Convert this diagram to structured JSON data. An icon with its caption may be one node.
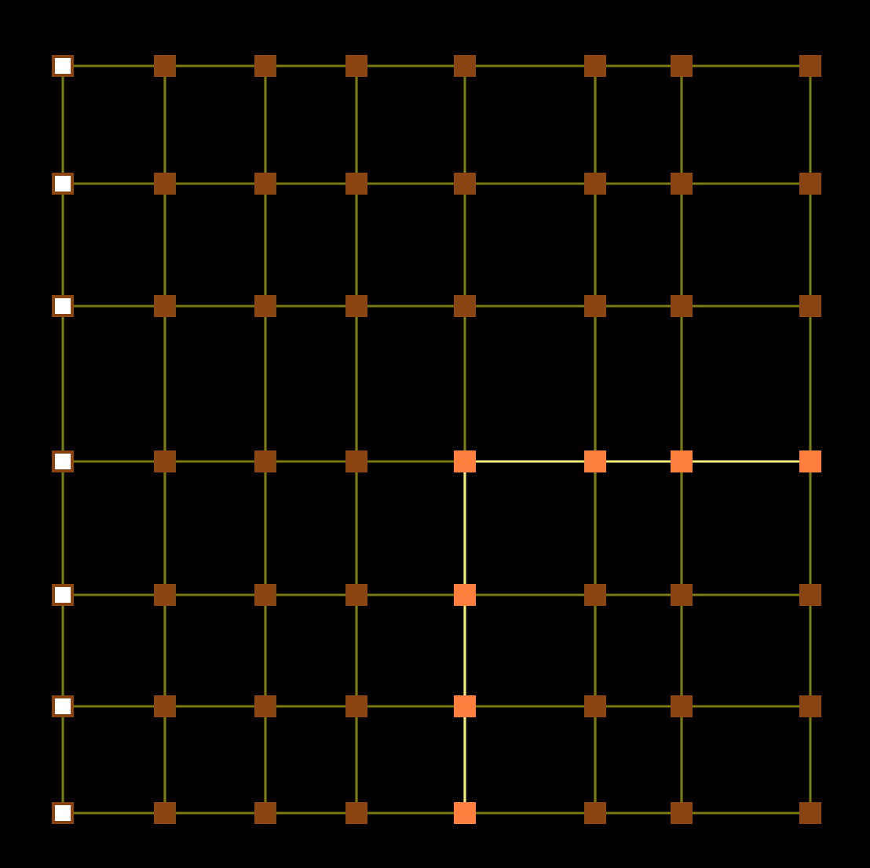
{
  "diagram": {
    "nodes": [
      {
        "text": [],
        "shape": "box"
      },
      {
        "text": [],
        "shape": "box"
      },
      {
        "text": [],
        "shape": "box"
      },
      {
        "text": [],
        "shape": "box"
      },
      {
        "text": [],
        "shape": "box"
      },
      {
        "text": [],
        "shape": "box"
      },
      {
        "text": [],
        "shape": "box"
      },
      {
        "text": [],
        "shape": "box"
      },
      {
        "text": [],
        "shape": "box"
      },
      {
        "text": [],
        "shape": "box"
      },
      {
        "text": [],
        "shape": "box"
      },
      {
        "text": [],
        "shape": "box"
      },
      {
        "text": [],
        "shape": "box"
      },
      {
        "text": [],
        "shape": "box"
      },
      {
        "text": [],
        "shape": "box"
      },
      {
        "text": [],
        "shape": "box"
      },
      {
        "text": [],
        "shape": "box"
      },
      {
        "text": [],
        "shape": "box"
      },
      {
        "text": [],
        "shape": "box"
      },
      {
        "text": [],
        "shape": "box"
      },
      {
        "text": [],
        "shape": "box"
      },
      {
        "text": [],
        "shape": "box"
      },
      {
        "text": [],
        "shape": "box"
      },
      {
        "text": [],
        "shape": "box"
      },
      {
        "text": [],
        "shape": "box"
      },
      {
        "text": [],
        "shape": "box"
      },
      {
        "text": [],
        "shape": "box"
      },
      {
        "text": [],
        "shape": "box"
      },
      {
        "text": [],
        "shape": "box"
      },
      {
        "text": [],
        "shape": "box"
      },
      {
        "text": [],
        "shape": "box"
      },
      {
        "text": [],
        "shape": "box"
      },
      {
        "text": [],
        "shape": "box"
      },
      {
        "text": [],
        "shape": "box"
      },
      {
        "text": [],
        "shape": "box"
      },
      {
        "text": [],
        "shape": "box"
      },
      {
        "text": [],
        "shape": "box"
      },
      {
        "text": [],
        "shape": "box"
      },
      {
        "text": [],
        "shape": "box"
      },
      {
        "text": [],
        "shape": "box"
      },
      {
        "text": [],
        "shape": "box"
      },
      {
        "text": [],
        "shape": "box"
      },
      {
        "text": [],
        "shape": "box"
      },
      {
        "text": [],
        "shape": "box"
      },
      {
        "text": [],
        "shape": "box"
      },
      {
        "text": [],
        "shape": "box"
      },
      {
        "text": [],
        "shape": "box"
      },
      {
        "text": [],
        "shape": "box"
      },
      {
        "text": [],
        "shape": "box"
      },
      {
        "text": [],
        "shape": "box"
      },
      {
        "text": [],
        "shape": "box"
      },
      {
        "text": [],
        "shape": "box"
      },
      {
        "text": [],
        "shape": "box"
      },
      {
        "text": [],
        "shape": "box"
      },
      {
        "text": [],
        "shape": "box"
      },
      {
        "text": [],
        "shape": "box"
      }
    ],
    "edges": [
      {
        "from": 0,
        "to": 1,
        "arrow": "none"
      },
      {
        "from": 1,
        "to": 2,
        "arrow": "none"
      },
      {
        "from": 2,
        "to": 3,
        "arrow": "none"
      },
      {
        "from": 3,
        "to": 4,
        "arrow": "none"
      },
      {
        "from": 4,
        "to": 5,
        "arrow": "none"
      },
      {
        "from": 5,
        "to": 6,
        "arrow": "none"
      },
      {
        "from": 6,
        "to": 7,
        "arrow": "none"
      },
      {
        "from": 8,
        "to": 9,
        "arrow": "none"
      },
      {
        "from": 9,
        "to": 10,
        "arrow": "none"
      },
      {
        "from": 10,
        "to": 11,
        "arrow": "none"
      },
      {
        "from": 11,
        "to": 12,
        "arrow": "none"
      },
      {
        "from": 12,
        "to": 13,
        "arrow": "none"
      },
      {
        "from": 13,
        "to": 14,
        "arrow": "none"
      },
      {
        "from": 14,
        "to": 15,
        "arrow": "none"
      },
      {
        "from": 16,
        "to": 17,
        "arrow": "none"
      },
      {
        "from": 17,
        "to": 18,
        "arrow": "none"
      },
      {
        "from": 18,
        "to": 19,
        "arrow": "none"
      },
      {
        "from": 19,
        "to": 20,
        "arrow": "none"
      },
      {
        "from": 20,
        "to": 21,
        "arrow": "none"
      },
      {
        "from": 21,
        "to": 22,
        "arrow": "none"
      },
      {
        "from": 22,
        "to": 23,
        "arrow": "none"
      },
      {
        "from": 24,
        "to": 25,
        "arrow": "none"
      },
      {
        "from": 25,
        "to": 26,
        "arrow": "none"
      },
      {
        "from": 26,
        "to": 27,
        "arrow": "none"
      },
      {
        "from": 27,
        "to": 28,
        "arrow": "none"
      },
      {
        "from": 28,
        "to": 29,
        "arrow": "none",
        "color": "#f5f07a"
      },
      {
        "from": 29,
        "to": 30,
        "arrow": "none",
        "color": "#f5f07a"
      },
      {
        "from": 30,
        "to": 31,
        "arrow": "none",
        "color": "#f5f07a"
      },
      {
        "from": 32,
        "to": 33,
        "arrow": "none"
      },
      {
        "from": 33,
        "to": 34,
        "arrow": "none"
      },
      {
        "from": 34,
        "to": 35,
        "arrow": "none"
      },
      {
        "from": 35,
        "to": 36,
        "arrow": "none"
      },
      {
        "from": 36,
        "to": 37,
        "arrow": "none"
      },
      {
        "from": 37,
        "to": 38,
        "arrow": "none"
      },
      {
        "from": 38,
        "to": 39,
        "arrow": "none"
      },
      {
        "from": 40,
        "to": 41,
        "arrow": "none"
      },
      {
        "from": 41,
        "to": 42,
        "arrow": "none"
      },
      {
        "from": 42,
        "to": 43,
        "arrow": "none"
      },
      {
        "from": 43,
        "to": 44,
        "arrow": "none"
      },
      {
        "from": 44,
        "to": 45,
        "arrow": "none"
      },
      {
        "from": 45,
        "to": 46,
        "arrow": "none"
      },
      {
        "from": 46,
        "to": 47,
        "arrow": "none"
      },
      {
        "from": 48,
        "to": 49,
        "arrow": "none"
      },
      {
        "from": 49,
        "to": 50,
        "arrow": "none"
      },
      {
        "from": 50,
        "to": 51,
        "arrow": "none"
      },
      {
        "from": 51,
        "to": 52,
        "arrow": "none"
      },
      {
        "from": 52,
        "to": 53,
        "arrow": "none"
      },
      {
        "from": 53,
        "to": 54,
        "arrow": "none"
      },
      {
        "from": 54,
        "to": 55,
        "arrow": "none"
      },
      {
        "from": 0,
        "to": 8,
        "arrow": "none"
      },
      {
        "from": 8,
        "to": 16,
        "arrow": "none"
      },
      {
        "from": 16,
        "to": 24,
        "arrow": "none"
      },
      {
        "from": 24,
        "to": 32,
        "arrow": "none"
      },
      {
        "from": 32,
        "to": 40,
        "arrow": "none"
      },
      {
        "from": 40,
        "to": 48,
        "arrow": "none"
      },
      {
        "from": 1,
        "to": 9,
        "arrow": "none"
      },
      {
        "from": 9,
        "to": 17,
        "arrow": "none"
      },
      {
        "from": 17,
        "to": 25,
        "arrow": "none"
      },
      {
        "from": 25,
        "to": 33,
        "arrow": "none"
      },
      {
        "from": 33,
        "to": 41,
        "arrow": "none"
      },
      {
        "from": 41,
        "to": 49,
        "arrow": "none"
      },
      {
        "from": 2,
        "to": 10,
        "arrow": "none"
      },
      {
        "from": 10,
        "to": 18,
        "arrow": "none"
      },
      {
        "from": 18,
        "to": 26,
        "arrow": "none"
      },
      {
        "from": 26,
        "to": 34,
        "arrow": "none"
      },
      {
        "from": 34,
        "to": 42,
        "arrow": "none"
      },
      {
        "from": 42,
        "to": 50,
        "arrow": "none"
      },
      {
        "from": 3,
        "to": 11,
        "arrow": "none"
      },
      {
        "from": 11,
        "to": 19,
        "arrow": "none"
      },
      {
        "from": 19,
        "to": 27,
        "arrow": "none"
      },
      {
        "from": 27,
        "to": 35,
        "arrow": "none"
      },
      {
        "from": 35,
        "to": 43,
        "arrow": "none"
      },
      {
        "from": 43,
        "to": 51,
        "arrow": "none"
      },
      {
        "from": 4,
        "to": 12,
        "arrow": "none"
      },
      {
        "from": 12,
        "to": 20,
        "arrow": "none"
      },
      {
        "from": 20,
        "to": 28,
        "arrow": "none"
      },
      {
        "from": 28,
        "to": 36,
        "arrow": "none",
        "color": "#f5f07a"
      },
      {
        "from": 36,
        "to": 44,
        "arrow": "none",
        "color": "#f5f07a"
      },
      {
        "from": 44,
        "to": 52,
        "arrow": "none",
        "color": "#f5f07a"
      },
      {
        "from": 5,
        "to": 13,
        "arrow": "none"
      },
      {
        "from": 13,
        "to": 21,
        "arrow": "none"
      },
      {
        "from": 21,
        "to": 29,
        "arrow": "none"
      },
      {
        "from": 29,
        "to": 37,
        "arrow": "none"
      },
      {
        "from": 37,
        "to": 45,
        "arrow": "none"
      },
      {
        "from": 45,
        "to": 53,
        "arrow": "none"
      },
      {
        "from": 6,
        "to": 14,
        "arrow": "none"
      },
      {
        "from": 14,
        "to": 22,
        "arrow": "none"
      },
      {
        "from": 22,
        "to": 30,
        "arrow": "none"
      },
      {
        "from": 30,
        "to": 38,
        "arrow": "none"
      },
      {
        "from": 38,
        "to": 46,
        "arrow": "none"
      },
      {
        "from": 46,
        "to": 54,
        "arrow": "none"
      },
      {
        "from": 7,
        "to": 15,
        "arrow": "none"
      },
      {
        "from": 15,
        "to": 23,
        "arrow": "none"
      },
      {
        "from": 23,
        "to": 31,
        "arrow": "none"
      },
      {
        "from": 31,
        "to": 39,
        "arrow": "none"
      },
      {
        "from": 39,
        "to": 47,
        "arrow": "none"
      },
      {
        "from": 47,
        "to": 55,
        "arrow": "none"
      }
    ]
  }
}
